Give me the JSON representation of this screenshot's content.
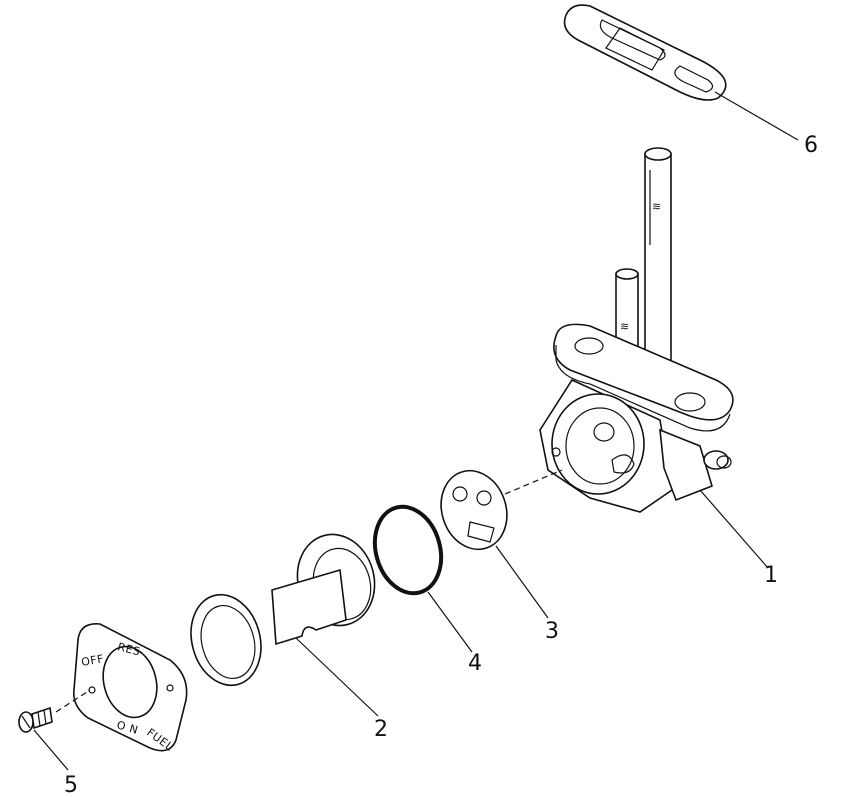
{
  "callouts": [
    {
      "id": "1",
      "label": "1"
    },
    {
      "id": "2",
      "label": "2"
    },
    {
      "id": "3",
      "label": "3"
    },
    {
      "id": "4",
      "label": "4"
    },
    {
      "id": "5",
      "label": "5"
    },
    {
      "id": "6",
      "label": "6"
    }
  ],
  "plate_markings": {
    "res": "RES",
    "off": "OFF",
    "on": "O N",
    "fuel": "FUEL"
  }
}
